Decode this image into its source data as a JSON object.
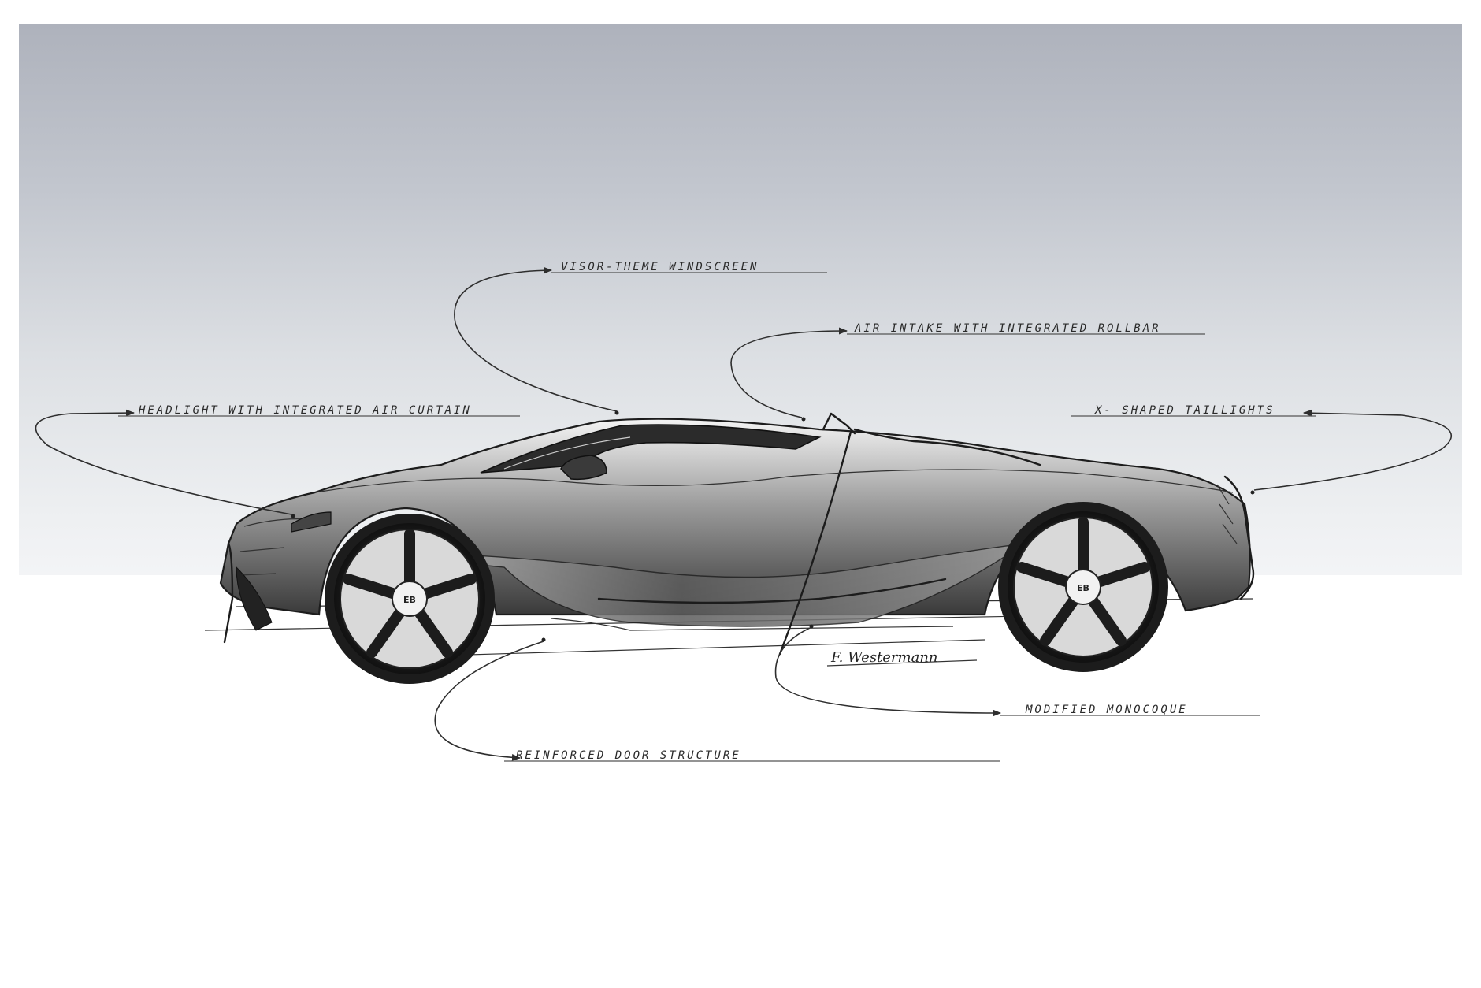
{
  "sketch": {
    "background_color": "#b4b8c2",
    "line_color": "#1c1c1c",
    "signature": "F. Westermann",
    "callouts": {
      "windscreen": "VISOR-THEME WINDSCREEN",
      "air_intake": "AIR INTAKE WITH INTEGRATED ROLLBAR",
      "headlight": "HEADLIGHT WITH INTEGRATED AIR CURTAIN",
      "taillights": "X- SHAPED TAILLIGHTS",
      "monocoque": "MODIFIED MONOCOQUE",
      "door": "REINFORCED DOOR STRUCTURE"
    },
    "wheel_logo": "EB"
  }
}
